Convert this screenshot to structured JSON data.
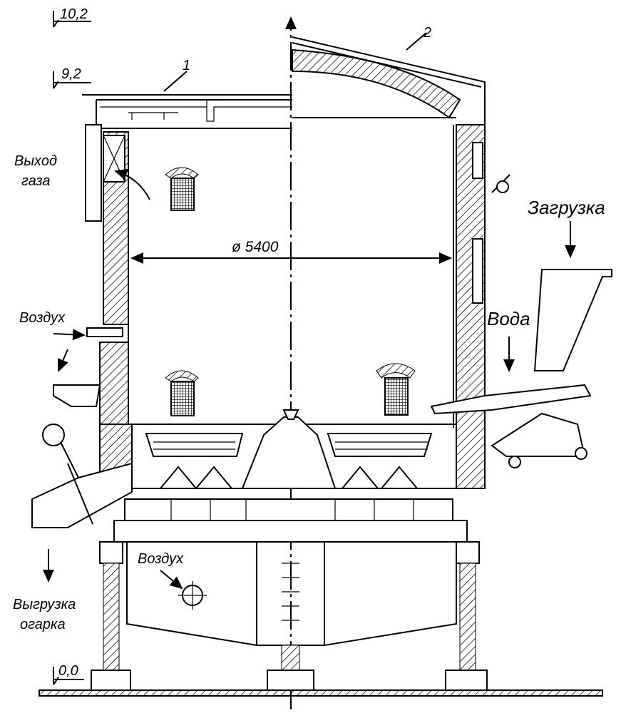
{
  "diagram": {
    "levels": {
      "top": "10,2",
      "roof": "9,2",
      "ground": "0,0"
    },
    "callouts": {
      "one": "1",
      "two": "2"
    },
    "dimension": "ø 5400",
    "labels": {
      "gas_outlet_line1": "Выход",
      "gas_outlet_line2": "газа",
      "loading": "Загрузка",
      "air_upper": "Воздух",
      "water": "Вода",
      "air_lower": "Воздух",
      "unloading_line1": "Выгрузка",
      "unloading_line2": "огарка"
    }
  }
}
